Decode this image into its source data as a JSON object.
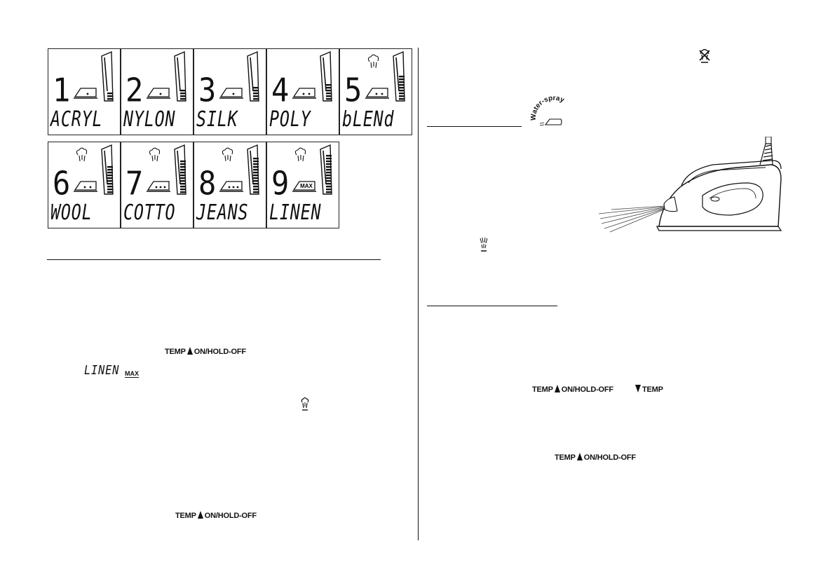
{
  "lcd_panels": [
    {
      "digit": "1",
      "word": "ACRYL",
      "steam": false,
      "dots": 1,
      "bars": 3,
      "max": false
    },
    {
      "digit": "2",
      "word": "NYLON",
      "steam": false,
      "dots": 1,
      "bars": 4,
      "max": false
    },
    {
      "digit": "3",
      "word": "SILK",
      "steam": false,
      "dots": 1,
      "bars": 5,
      "max": false
    },
    {
      "digit": "4",
      "word": "POLY",
      "steam": false,
      "dots": 2,
      "bars": 6,
      "max": false
    },
    {
      "digit": "5",
      "word": "bLENd",
      "steam": true,
      "dots": 2,
      "bars": 9,
      "max": false
    },
    {
      "digit": "6",
      "word": "WOOL",
      "steam": true,
      "dots": 2,
      "bars": 10,
      "max": false
    },
    {
      "digit": "7",
      "word": "COTTO",
      "steam": true,
      "dots": 3,
      "bars": 12,
      "max": false
    },
    {
      "digit": "8",
      "word": "JEANS",
      "steam": true,
      "dots": 3,
      "bars": 13,
      "max": false
    },
    {
      "digit": "9",
      "word": "LINEN",
      "steam": true,
      "dots": 0,
      "bars": 14,
      "max": true
    }
  ],
  "max_label": "MAX",
  "buttons": {
    "temp_up": {
      "left": "TEMP",
      "right": "ON/HOLD-OFF"
    },
    "temp_down": {
      "right": "TEMP"
    }
  },
  "inline_linen": "LINEN",
  "inline_max": "MAX",
  "water_spray_badge": "Water-spray",
  "icons": [
    "steam-icon",
    "anti-calc-icon",
    "water-spray-icon",
    "spray-nozzle-icon",
    "steam-iron-illustration"
  ]
}
